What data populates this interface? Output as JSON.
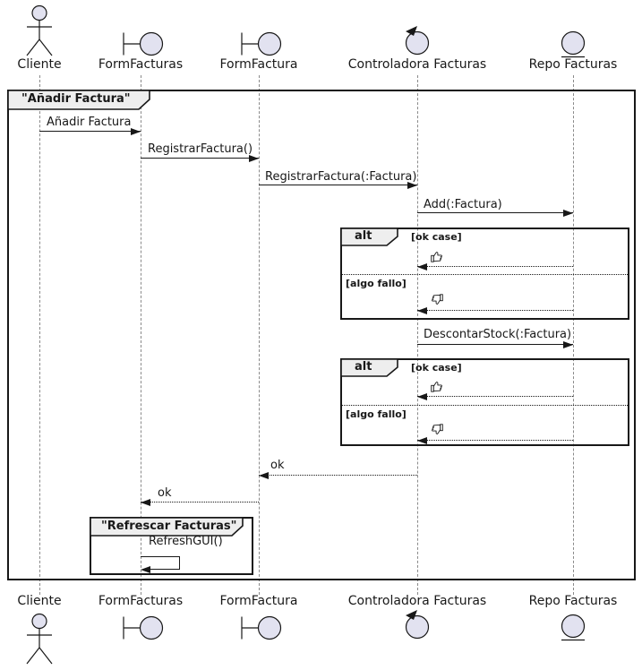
{
  "diagram_type": "uml-sequence-diagram",
  "colors": {
    "participant_fill": "#E2E2F0",
    "participant_stroke": "#181818",
    "frame_label_fill": "#EEEEEE",
    "line": "#181818",
    "lifeline": "#8A8A8A",
    "background": "#FFFFFF"
  },
  "participants": [
    {
      "name": "Cliente",
      "type": "actor"
    },
    {
      "name": "FormFacturas",
      "type": "boundary"
    },
    {
      "name": "FormFactura",
      "type": "boundary"
    },
    {
      "name": "Controladora Facturas",
      "type": "control"
    },
    {
      "name": "Repo Facturas",
      "type": "entity"
    }
  ],
  "main_frame": {
    "title": "\"Añadir Factura\""
  },
  "inner_frame": {
    "title": "\"Refrescar Facturas\""
  },
  "fragments": [
    {
      "operator": "alt",
      "branches": [
        {
          "guard": "[ok case]",
          "icon": "thumbs-up"
        },
        {
          "guard": "[algo fallo]",
          "icon": "thumbs-down"
        }
      ]
    },
    {
      "operator": "alt",
      "branches": [
        {
          "guard": "[ok case]",
          "icon": "thumbs-up"
        },
        {
          "guard": "[algo fallo]",
          "icon": "thumbs-down"
        }
      ]
    }
  ],
  "messages": [
    {
      "label": "Añadir Factura",
      "from": "Cliente",
      "to": "FormFacturas",
      "kind": "sync"
    },
    {
      "label": "RegistrarFactura()",
      "from": "FormFacturas",
      "to": "FormFactura",
      "kind": "sync"
    },
    {
      "label": "RegistrarFactura(:Factura)",
      "from": "FormFactura",
      "to": "Controladora Facturas",
      "kind": "sync"
    },
    {
      "label": "Add(:Factura)",
      "from": "Controladora Facturas",
      "to": "Repo Facturas",
      "kind": "sync"
    },
    {
      "label": "",
      "icon": "thumbs-up",
      "from": "Repo Facturas",
      "to": "Controladora Facturas",
      "kind": "return"
    },
    {
      "label": "",
      "icon": "thumbs-down",
      "from": "Repo Facturas",
      "to": "Controladora Facturas",
      "kind": "return"
    },
    {
      "label": "DescontarStock(:Factura)",
      "from": "Controladora Facturas",
      "to": "Repo Facturas",
      "kind": "sync"
    },
    {
      "label": "",
      "icon": "thumbs-up",
      "from": "Repo Facturas",
      "to": "Controladora Facturas",
      "kind": "return"
    },
    {
      "label": "",
      "icon": "thumbs-down",
      "from": "Repo Facturas",
      "to": "Controladora Facturas",
      "kind": "return"
    },
    {
      "label": "ok",
      "from": "Controladora Facturas",
      "to": "FormFactura",
      "kind": "return"
    },
    {
      "label": "ok",
      "from": "FormFactura",
      "to": "FormFacturas",
      "kind": "return"
    },
    {
      "label": "RefreshGUI()",
      "from": "FormFacturas",
      "to": "FormFacturas",
      "kind": "self"
    }
  ]
}
